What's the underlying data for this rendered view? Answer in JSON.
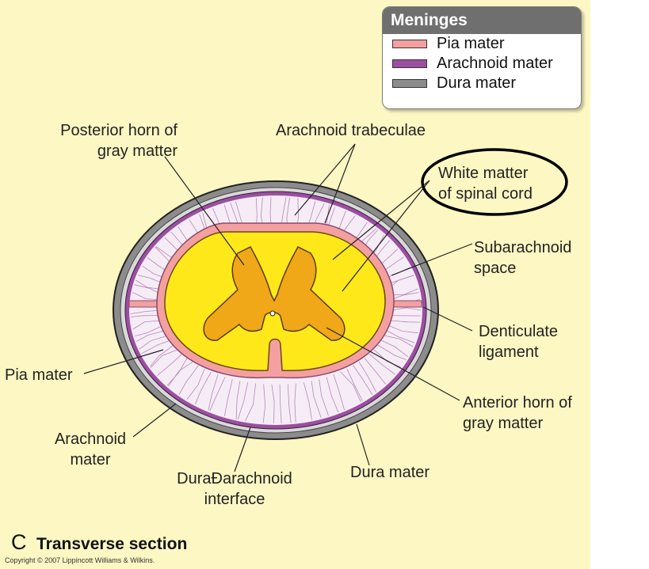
{
  "legend": {
    "title": "Meninges",
    "items": [
      {
        "label": "Pia mater",
        "color": "#f4a0a0"
      },
      {
        "label": "Arachnoid mater",
        "color": "#9b4fa0"
      },
      {
        "label": "Dura mater",
        "color": "#8c8c8c"
      }
    ]
  },
  "labels": {
    "posterior_horn": "Posterior horn of\ngray matter",
    "arachnoid_trabeculae": "Arachnoid trabeculae",
    "white_matter": "White matter\nof spinal cord",
    "subarachnoid_space": "Subarachnoid\nspace",
    "denticulate_ligament": "Denticulate\nligament",
    "pia_mater": "Pia mater",
    "anterior_horn": "Anterior horn of\ngray matter",
    "arachnoid_mater": "Arachnoid\nmater",
    "dura_arachnoid_interface": "DuraÐarachnoid\ninterface",
    "dura_mater": "Dura mater"
  },
  "panel": {
    "letter": "C",
    "title": "Transverse section"
  },
  "copyright": "Copyright © 2007 Lippincott Williams & Wilkins.",
  "colors": {
    "background": "#fdf7c3",
    "white_matter": "#ffe81a",
    "gray_matter": "#f0a818",
    "dura": "#8c8c8c",
    "arachnoid": "#9b4fa0",
    "pia": "#f4a0a0",
    "subarachnoid": "#f4e8f4"
  }
}
